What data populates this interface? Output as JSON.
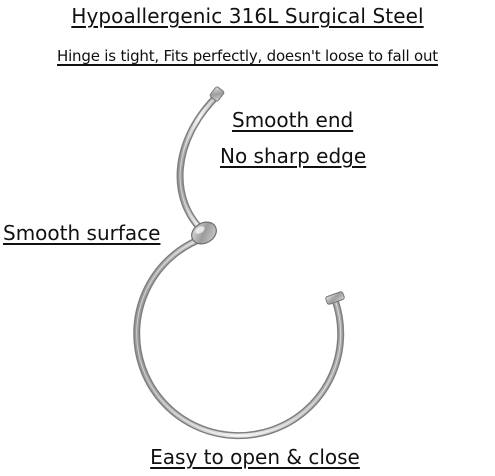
{
  "heading": {
    "title": "Hypoallergenic 316L Surgical Steel",
    "subtitle": "Hinge is tight, Fits perfectly, doesn't loose to fall out"
  },
  "callouts": {
    "smooth_end": "Smooth end",
    "no_sharp_edge": "No sharp edge",
    "smooth_surface": "Smooth surface",
    "easy_open_close": "Easy to open & close"
  },
  "product": {
    "icon": "hinged-segment-ring-illustration",
    "material_color": "#c8c8c8"
  }
}
